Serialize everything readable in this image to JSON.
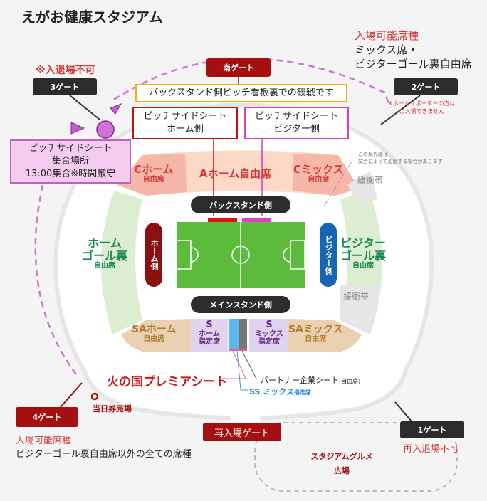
{
  "title": "えがお健康スタジアム",
  "top_right": {
    "label": "入場可能席種",
    "line1": "ミックス席・",
    "line2": "ビジターゴール裏自由席"
  },
  "gate3": {
    "label": "3ゲート",
    "note": "※入退場不可"
  },
  "gate2": {
    "label": "2ゲート",
    "note1": "※ホームサポーターの方は",
    "note2": "ご入場できません"
  },
  "south_gate": "南ゲート",
  "backstand_note": "バックスタンド側ピッチ看板裏での観戦です",
  "pitchside_home": {
    "line1": "ピッチサイドシート",
    "line2": "ホーム側"
  },
  "pitchside_visitor": {
    "line1": "ピッチサイドシート",
    "line2": "ビジター側"
  },
  "meeting": {
    "line1": "ピッチサイドシート",
    "line2": "集合場所",
    "line3": "13:00集合※時間厳守"
  },
  "boundary_note": {
    "line1": "この境界線は",
    "line2": "試合によって変動する場合があります"
  },
  "sections": {
    "c_home": {
      "name": "Cホーム",
      "sub": "自由席"
    },
    "a_home": {
      "name": "Aホーム自由席"
    },
    "c_mix": {
      "name": "Cミックス",
      "sub": "自由席"
    },
    "buffer": "緩衝帯",
    "home_goal": {
      "line1": "ホーム",
      "line2": "ゴール裏",
      "sub": "自由席"
    },
    "visitor_goal": {
      "line1": "ビジター",
      "line2": "ゴール裏",
      "sub": "自由席"
    },
    "sa_home": {
      "name": "SAホーム",
      "sub": "自由席"
    },
    "s_home": {
      "name": "S",
      "l2": "ホーム",
      "l3": "指定席"
    },
    "s_mix": {
      "name": "S",
      "l2": "ミックス",
      "l3": "指定席"
    },
    "sa_mix": {
      "name": "SAミックス",
      "sub": "自由席"
    },
    "premier": "火の国プレミアシート",
    "partner": "パートナー企業シート",
    "partner_sub": "(自由席)",
    "ss_mix": "SS ミックス",
    "ss_mix_sub": "指定席"
  },
  "backstand_label": "バックスタンド側",
  "mainstand_label": "メインスタンド側",
  "home_side": "ホーム側",
  "visitor_side": "ビジター側",
  "ticket_booth": "当日券売場",
  "gate4": {
    "label": "4ゲート",
    "allowed_label": "入場可能席種",
    "allowed": "ビジターゴール裏自由席以外の全ての席種"
  },
  "reentry_gate": "再入場ゲート",
  "gate1": {
    "label": "1ゲート",
    "note": "再入退場不可"
  },
  "gourmet": {
    "line1": "スタジアムグルメ",
    "line2": "広場"
  },
  "colors": {
    "dark_red": "#a50f0f",
    "pitch": "#5cbb3c",
    "home_green": "#1a8a50",
    "visitor_blue": "#1565b0",
    "magenta": "#d040c0"
  }
}
